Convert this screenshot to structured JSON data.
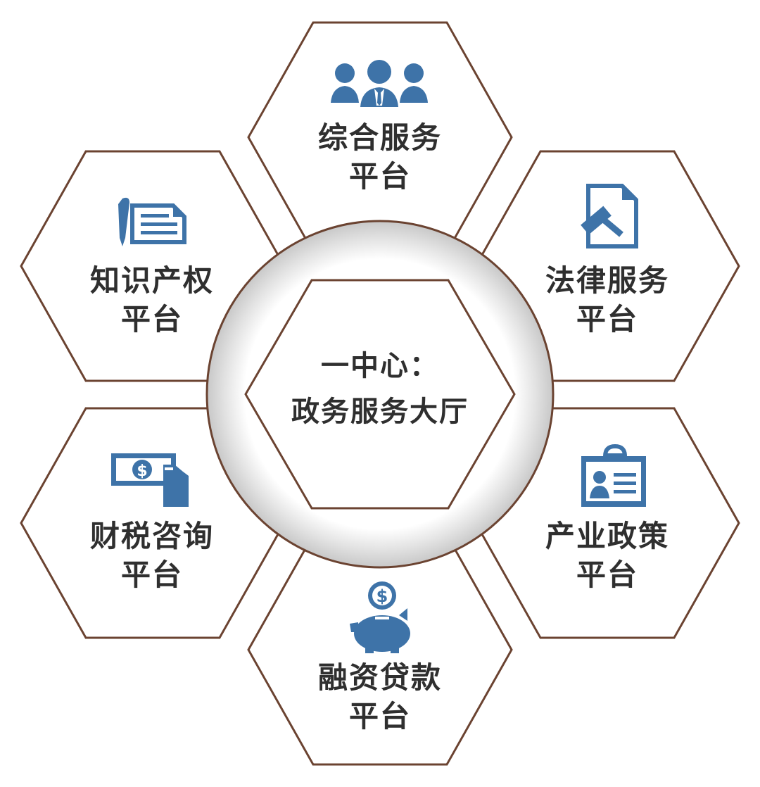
{
  "colors": {
    "hex_border": "#6b4331",
    "icon_blue": "#3e73a8",
    "text": "#2f2f2f",
    "ring_border": "#6b4331"
  },
  "center": {
    "line1": "一中心：",
    "line2": "政务服务大厅"
  },
  "platforms": [
    {
      "id": "general",
      "icon": "people-group-icon",
      "line1": "综合服务",
      "line2": "平台"
    },
    {
      "id": "legal",
      "icon": "gavel-document-icon",
      "line1": "法律服务",
      "line2": "平台"
    },
    {
      "id": "policy",
      "icon": "id-badge-icon",
      "line1": "产业政策",
      "line2": "平台"
    },
    {
      "id": "loan",
      "icon": "piggy-bank-icon",
      "line1": "融资贷款",
      "line2": "平台"
    },
    {
      "id": "tax",
      "icon": "money-hand-icon",
      "line1": "财税咨询",
      "line2": "平台"
    },
    {
      "id": "ip",
      "icon": "pen-document-icon",
      "line1": "知识产权",
      "line2": "平台"
    }
  ]
}
